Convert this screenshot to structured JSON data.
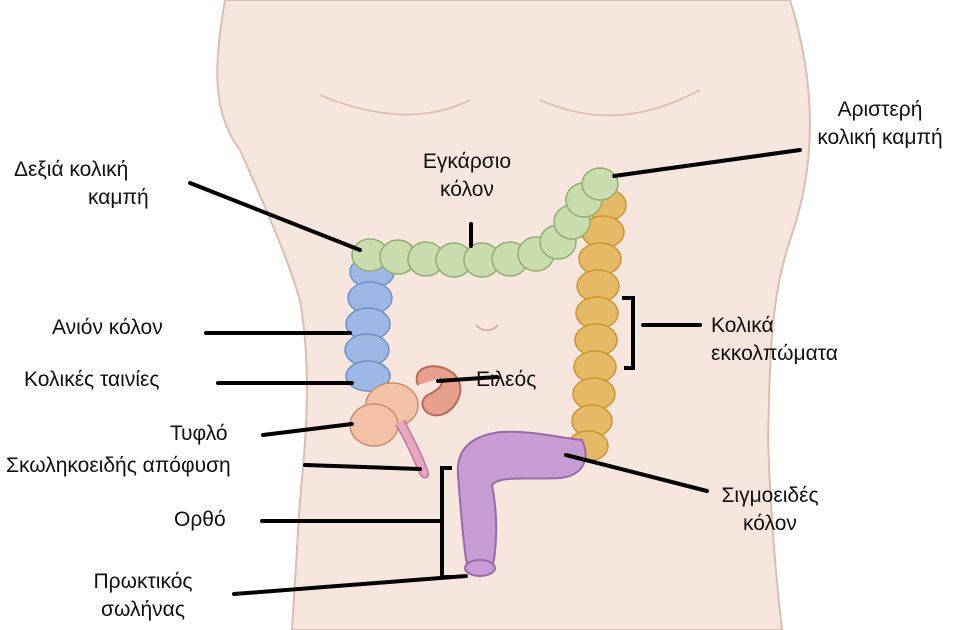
{
  "labels": {
    "right_colic_flexure": {
      "line1": "Δεξιά κολική",
      "line2": "καμπή"
    },
    "transverse_colon": {
      "line1": "Εγκάρσιο",
      "line2": "κόλον"
    },
    "left_colic_flexure": {
      "line1": "Αριστερή",
      "line2": "κολική καμπή"
    },
    "ascending_colon": "Ανιόν κόλον",
    "taeniae_coli": "Κολικές ταινίες",
    "ileum": "Ειλεός",
    "haustra": {
      "line1": "Κολικά",
      "line2": "εκκολπώματα"
    },
    "cecum": "Τυφλό",
    "appendix": "Σκωληκοειδής απόφυση",
    "sigmoid_colon": {
      "line1": "Σιγμοειδές",
      "line2": "κόλον"
    },
    "rectum": "Ορθό",
    "anal_canal": {
      "line1": "Πρωκτικός",
      "line2": "σωλήνας"
    }
  },
  "colors": {
    "skin": "#f6e6dd",
    "skin_outline": "#d9bfb2",
    "transverse_colon": "#c9dcae",
    "ascending_colon": "#9db8e4",
    "descending_colon": "#e6b967",
    "cecum": "#f2c1a6",
    "ileum": "#e8a08e",
    "sigmoid_rectum": "#c79bd3",
    "leader_line": "#000000"
  }
}
